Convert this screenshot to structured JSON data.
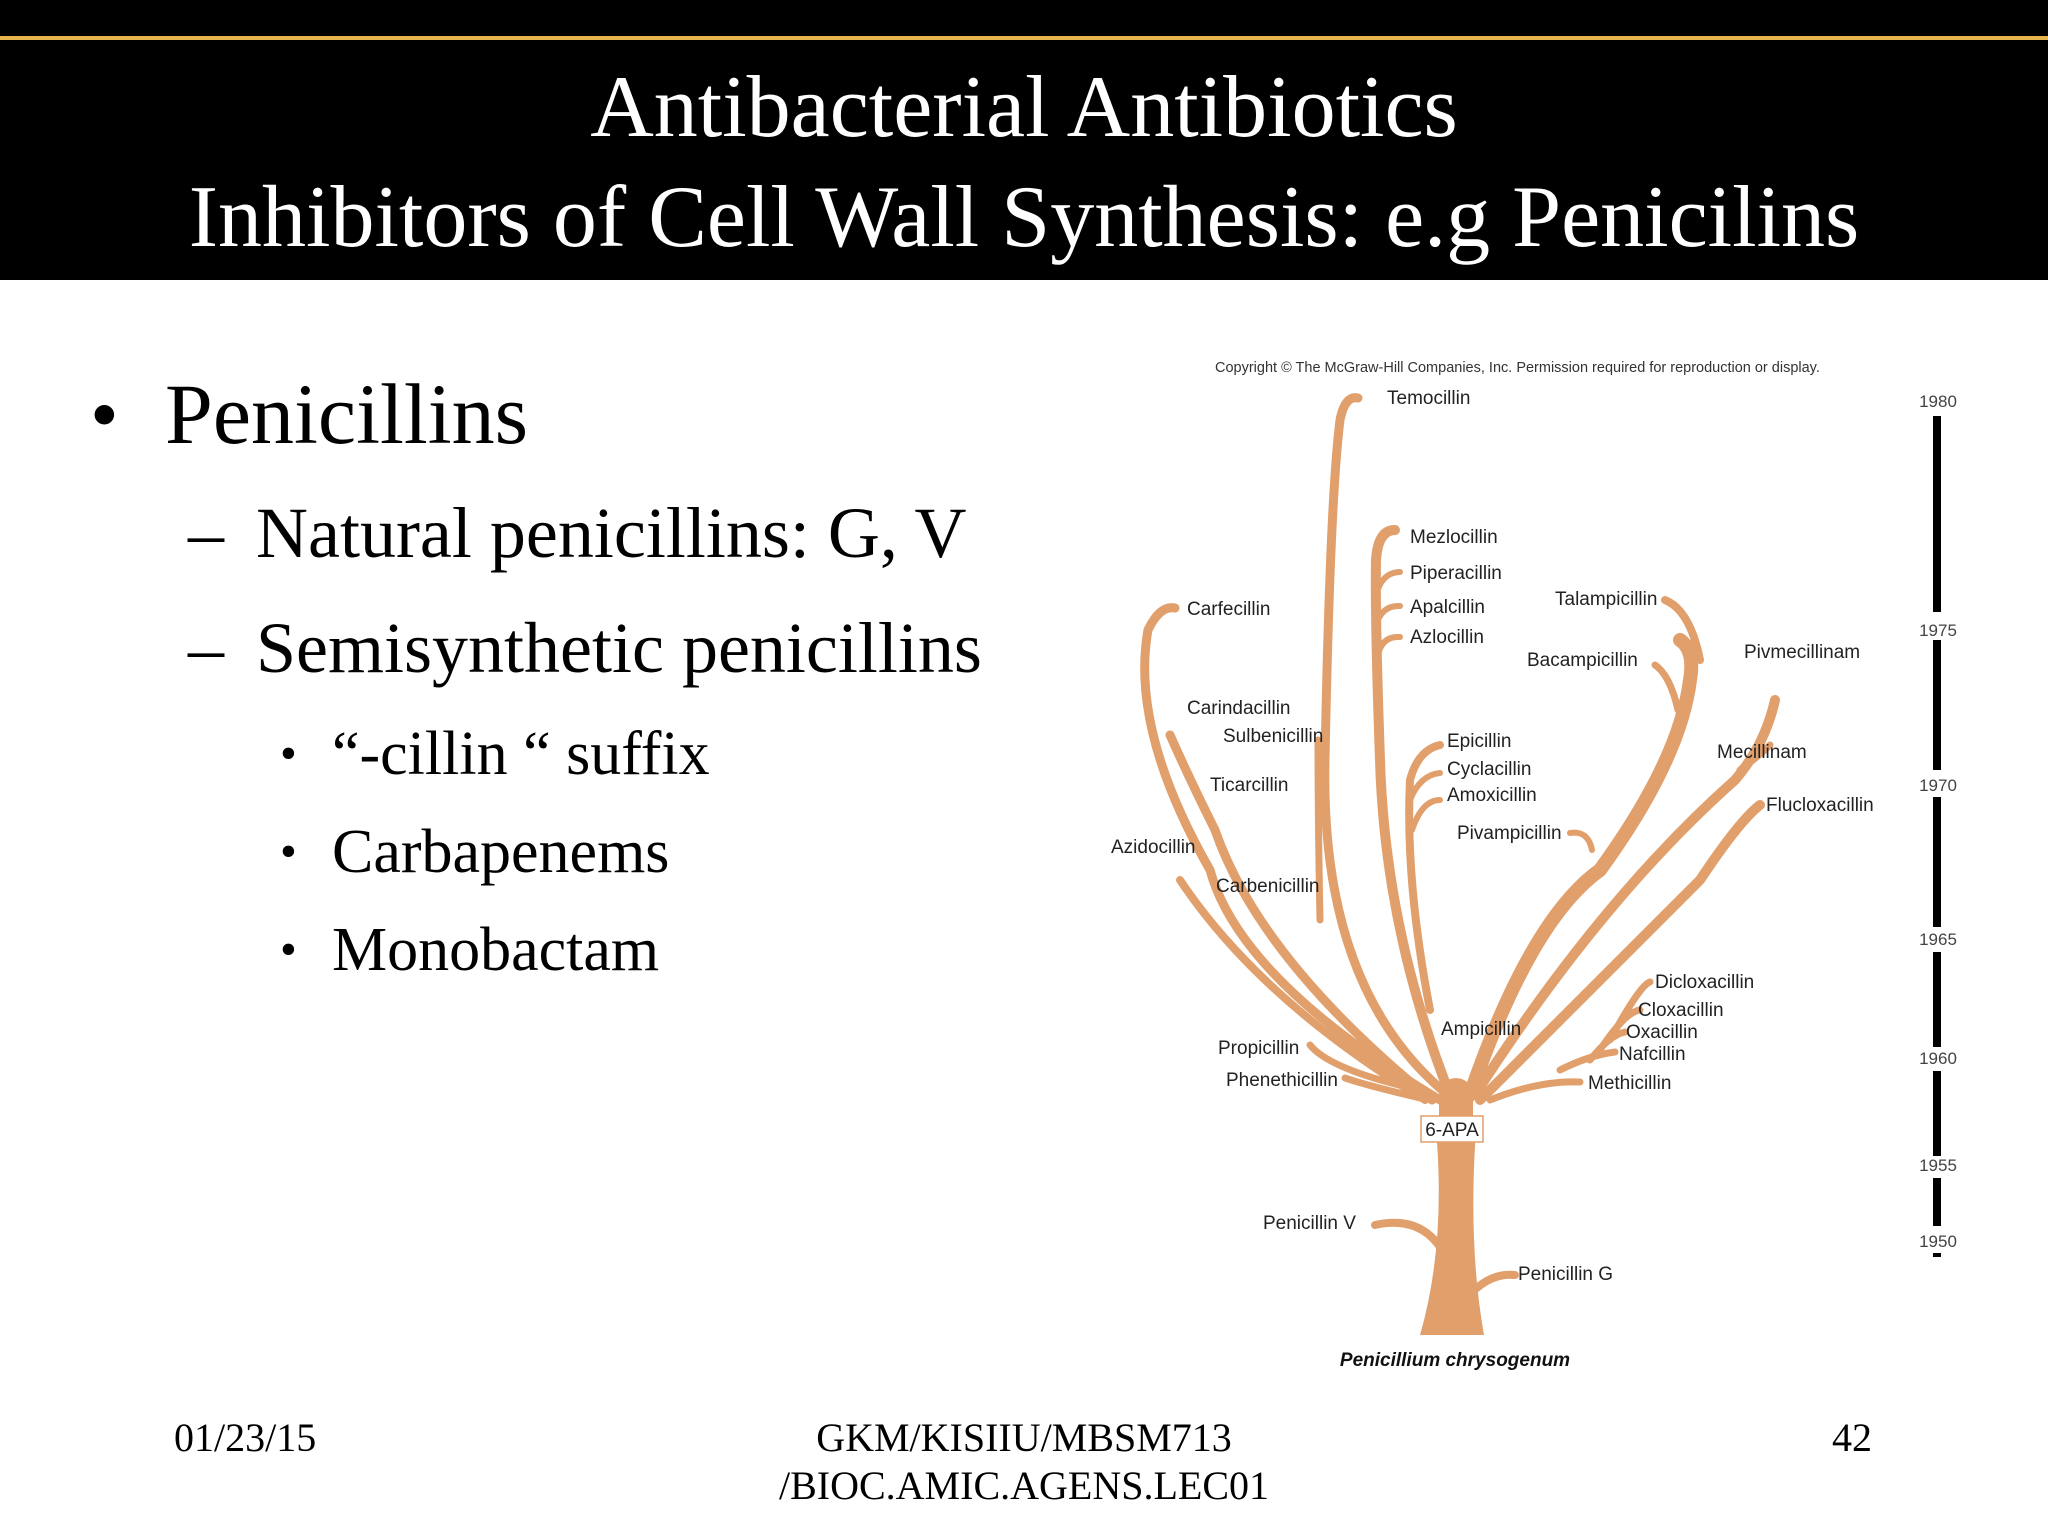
{
  "header": {
    "title_line1": "Antibacterial Antibiotics",
    "title_line2": "Inhibitors of Cell Wall Synthesis: e.g  Penicilins"
  },
  "bullets": {
    "level1": "Penicillins",
    "level2": [
      "Natural penicillins: G, V",
      "Semisynthetic penicillins"
    ],
    "level3": [
      "“-cillin “ suffix",
      "Carbapenems",
      "Monobactam"
    ]
  },
  "figure": {
    "copyright": "Copyright © The McGraw-Hill Companies, Inc. Permission required for reproduction or display.",
    "organism": "Penicillium chrysogenum",
    "hub": "6-APA",
    "labels": [
      "Temocillin",
      "Mezlocillin",
      "Piperacillin",
      "Apalcillin",
      "Azlocillin",
      "Talampicillin",
      "Carfecillin",
      "Bacampicillin",
      "Pivmecillinam",
      "Carindacillin",
      "Sulbenicillin",
      "Epicillin",
      "Cyclacillin",
      "Amoxicillin",
      "Mecillinam",
      "Ticarcillin",
      "Flucloxacillin",
      "Pivampicillin",
      "Azidocillin",
      "Carbenicillin",
      "Dicloxacillin",
      "Cloxacillin",
      "Oxacillin",
      "Nafcillin",
      "Ampicillin",
      "Propicillin",
      "Methicillin",
      "Phenethicillin",
      "Penicillin V",
      "Penicillin G"
    ],
    "timeline_years": [
      "1980",
      "1975",
      "1970",
      "1965",
      "1960",
      "1955",
      "1950"
    ],
    "colors": {
      "branch": "#e19f6c",
      "timeline": "#000000"
    }
  },
  "footer": {
    "date": "01/23/15",
    "course_line1": "GKM/KISIIU/MBSM713",
    "course_line2": "/BIOC.AMIC.AGENS.LEC01",
    "page": "42"
  }
}
